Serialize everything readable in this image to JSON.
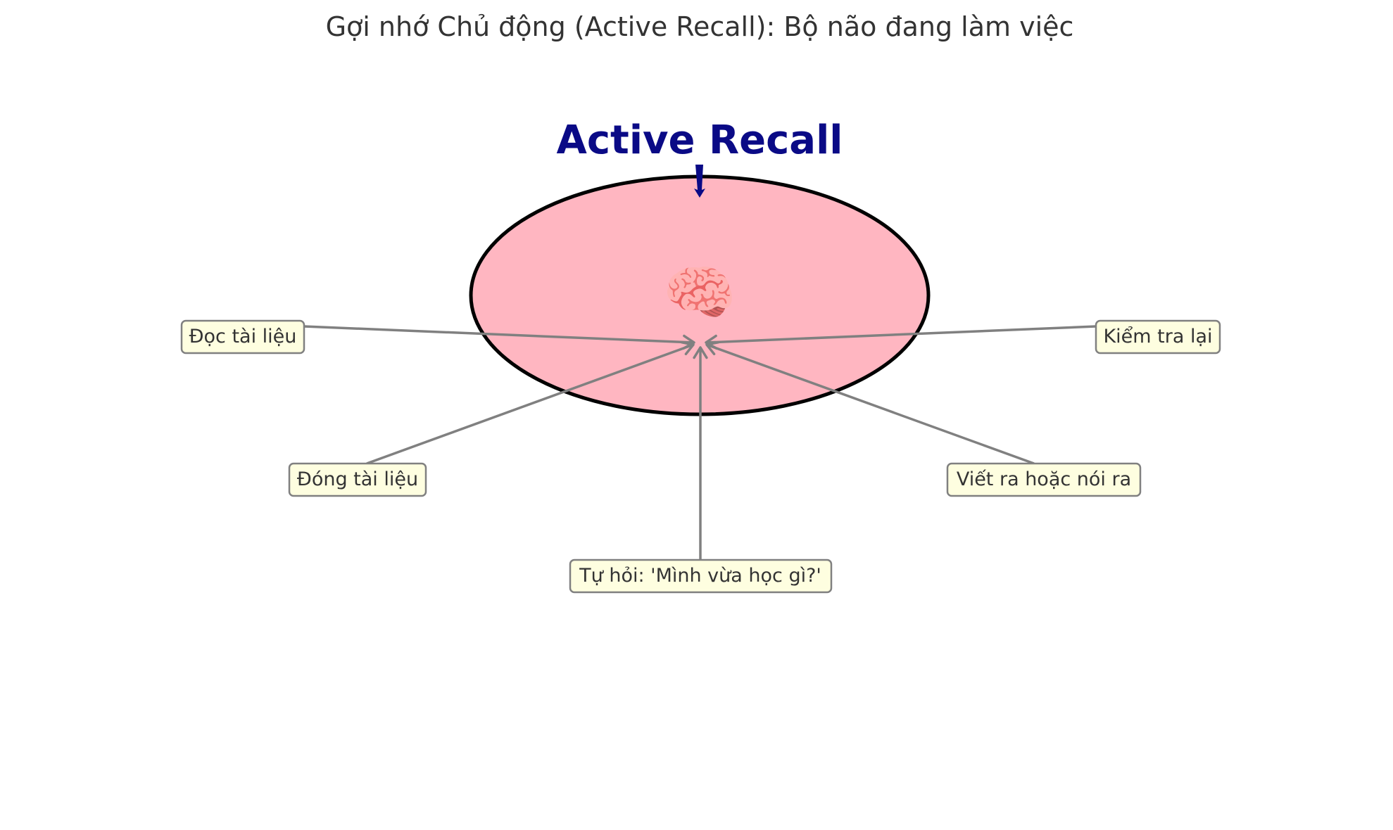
{
  "title": "Gợi nhớ Chủ động (Active Recall): Bộ não đang làm việc",
  "heading": "Active Recall",
  "colors": {
    "heading": "#0a0a86",
    "brain_fill": "#ffb6c1",
    "brain_stroke": "#000000",
    "label_fill": "#fefee0",
    "label_border": "#808080",
    "connector": "#808080"
  },
  "brain": {
    "icon": "brain-icon",
    "glyph": "🧠"
  },
  "steps": [
    {
      "id": "doc",
      "label": "Đọc tài liệu"
    },
    {
      "id": "kiem",
      "label": "Kiểm tra lại"
    },
    {
      "id": "dong",
      "label": "Đóng tài liệu"
    },
    {
      "id": "viet",
      "label": "Viết ra hoặc nói ra"
    },
    {
      "id": "tuhoi",
      "label": "Tự hỏi: 'Mình vừa học gì?'"
    }
  ]
}
